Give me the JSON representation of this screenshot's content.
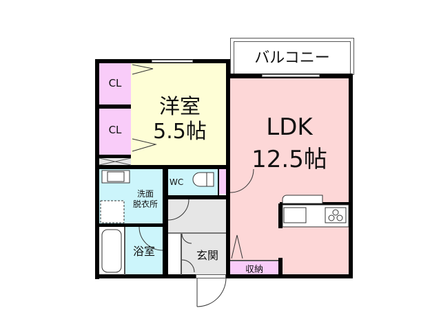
{
  "floorplan": {
    "balcony": {
      "label": "バルコニー"
    },
    "rooms": {
      "western_room": {
        "name": "洋室",
        "size": "5.5帖",
        "color": "#fefed6"
      },
      "ldk": {
        "name": "LDK",
        "size": "12.5帖",
        "color": "#fdd7d7"
      },
      "closet_top": {
        "label": "CL",
        "color": "#f9ccf9"
      },
      "closet_bottom": {
        "label": "CL",
        "color": "#f9ccf9"
      },
      "wc": {
        "label": "WC",
        "color": "#ccf5fb"
      },
      "washroom": {
        "label_line1": "洗面",
        "label_line2": "脱衣所",
        "color": "#ccf5fb"
      },
      "bathroom": {
        "label": "浴室",
        "color": "#ccf5fb"
      },
      "entrance": {
        "label": "玄関",
        "color": "#e6e6e6"
      },
      "storage": {
        "label": "収納",
        "color": "#f9ccf9"
      }
    }
  }
}
